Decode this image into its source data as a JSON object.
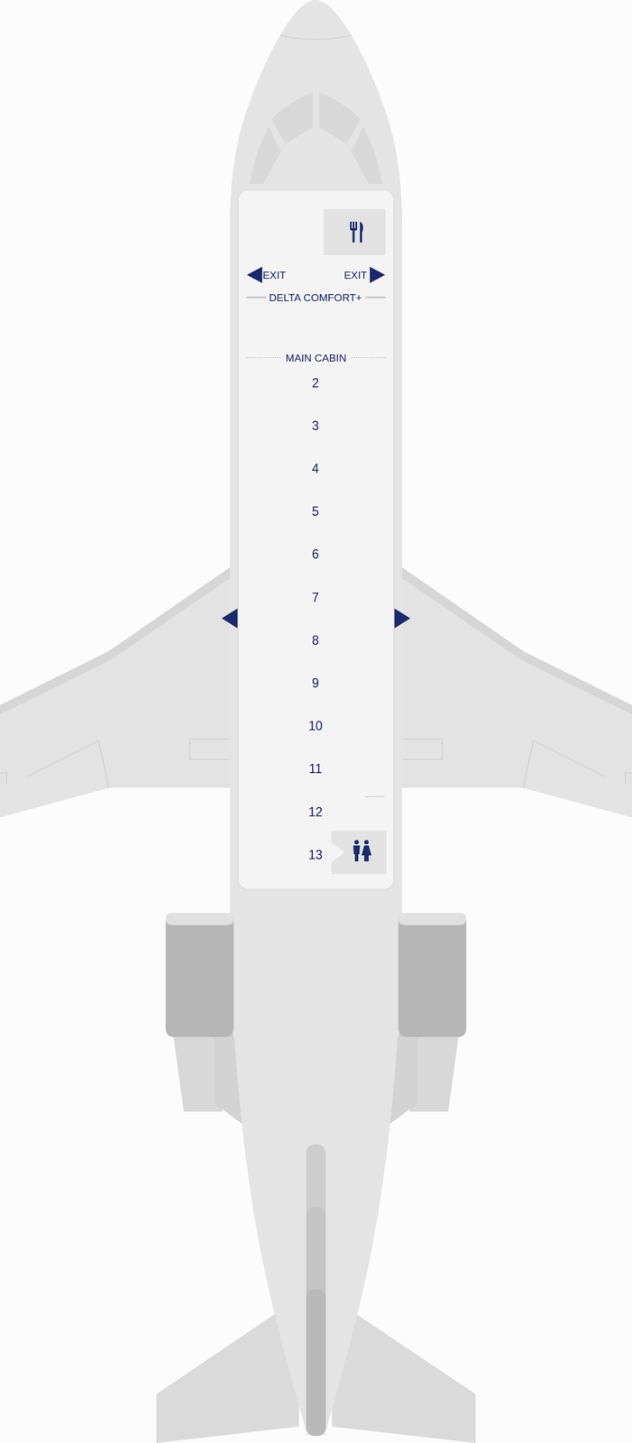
{
  "diagram": {
    "labels": [
      "EXIT",
      "EXIT",
      "DELTA COMFORT+",
      "MAIN CABIN",
      "2",
      "3",
      "4",
      "5",
      "6",
      "7",
      "8",
      "9",
      "10",
      "11",
      "12",
      "13"
    ]
  }
}
